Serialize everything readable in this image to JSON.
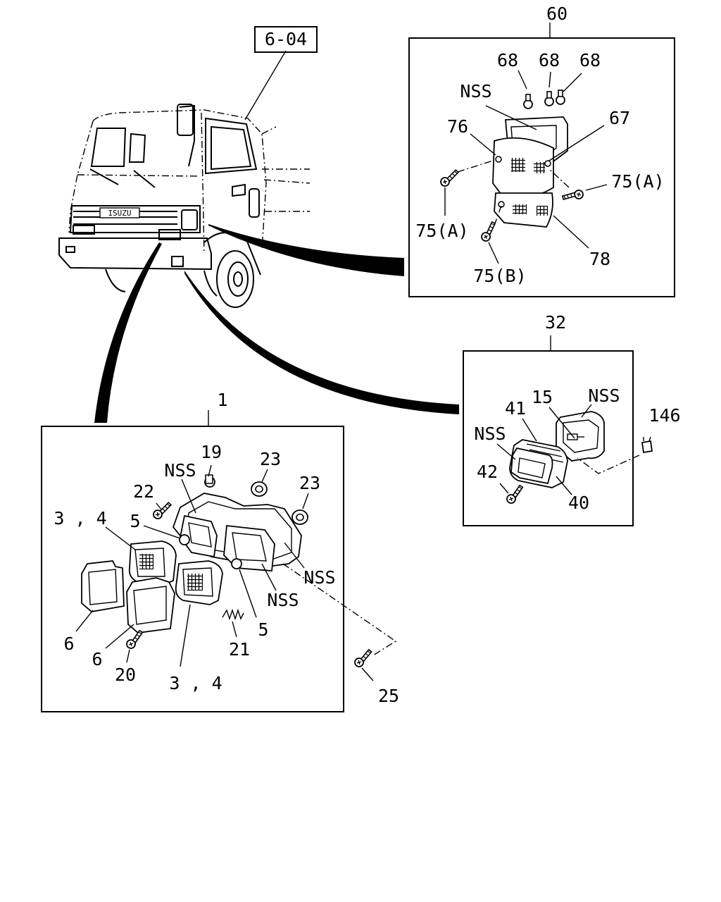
{
  "reference": "6-04",
  "brand_badge": "ISUZU",
  "callouts": {
    "tail_assembly": "60",
    "bulb_1": "68",
    "bulb_2": "68",
    "bulb_3": "68",
    "tail_nss": "NSS",
    "tail_lens_76": "76",
    "tail_67": "67",
    "tail_screw_right": "75(A)",
    "tail_screw_left": "75(A)",
    "tail_lower_78": "78",
    "tail_screw_b": "75(B)",
    "side_assembly": "32",
    "side_15": "15",
    "side_nss_top": "NSS",
    "side_41": "41",
    "side_146": "146",
    "side_nss_left": "NSS",
    "side_42": "42",
    "side_40": "40",
    "head_assembly": "1",
    "head_19": "19",
    "head_23_a": "23",
    "head_23_b": "23",
    "head_nss_top": "NSS",
    "head_22": "22",
    "head_3_4_top": "3 , 4",
    "head_5_top": "5",
    "head_nss_right": "NSS",
    "head_nss_mid": "NSS",
    "head_5_bottom": "5",
    "head_6_left": "6",
    "head_6_mid": "6",
    "head_21": "21",
    "head_20": "20",
    "head_3_4_bottom": "3 , 4",
    "head_25": "25"
  },
  "icons": {
    "truck": "truck-cab-illustration",
    "screw": "self-tapping-screw-icon",
    "bulb": "bulb-icon",
    "grommet": "grommet-icon",
    "clip": "clip-icon"
  }
}
